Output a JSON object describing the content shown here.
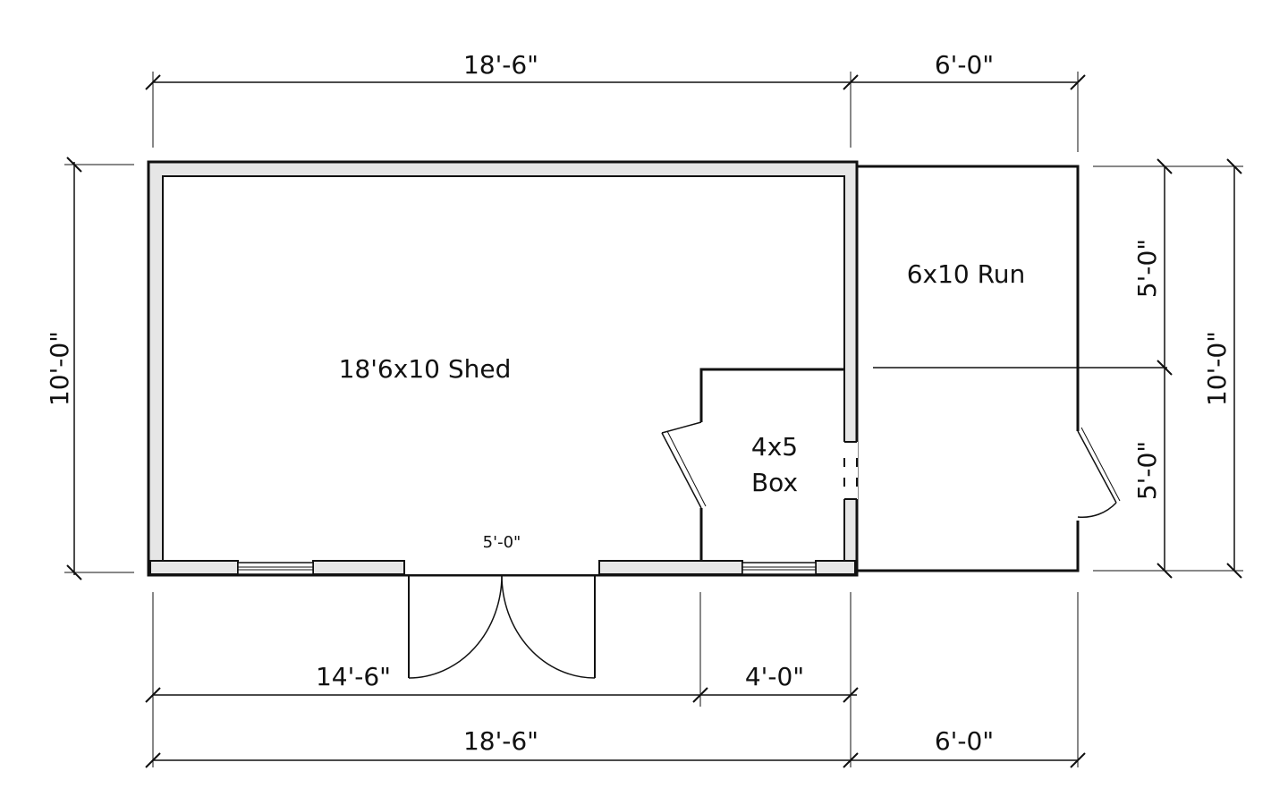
{
  "rooms": {
    "shed": "18'6x10 Shed",
    "run": "6x10 Run",
    "box_line1": "4x5",
    "box_line2": "Box"
  },
  "dimensions": {
    "top_shed": "18'-6\"",
    "top_run": "6'-0\"",
    "left_height": "10'-0\"",
    "right_height": "10'-0\"",
    "run_upper": "5'-0\"",
    "run_lower": "5'-0\"",
    "door_width": "5'-0\"",
    "bottom_left": "14'-6\"",
    "bottom_box": "4'-0\"",
    "bottom_shed": "18'-6\"",
    "bottom_run": "6'-0\""
  },
  "colors": {
    "line": "#111111",
    "wall_fill": "#e6e6e6",
    "background": "#ffffff"
  }
}
